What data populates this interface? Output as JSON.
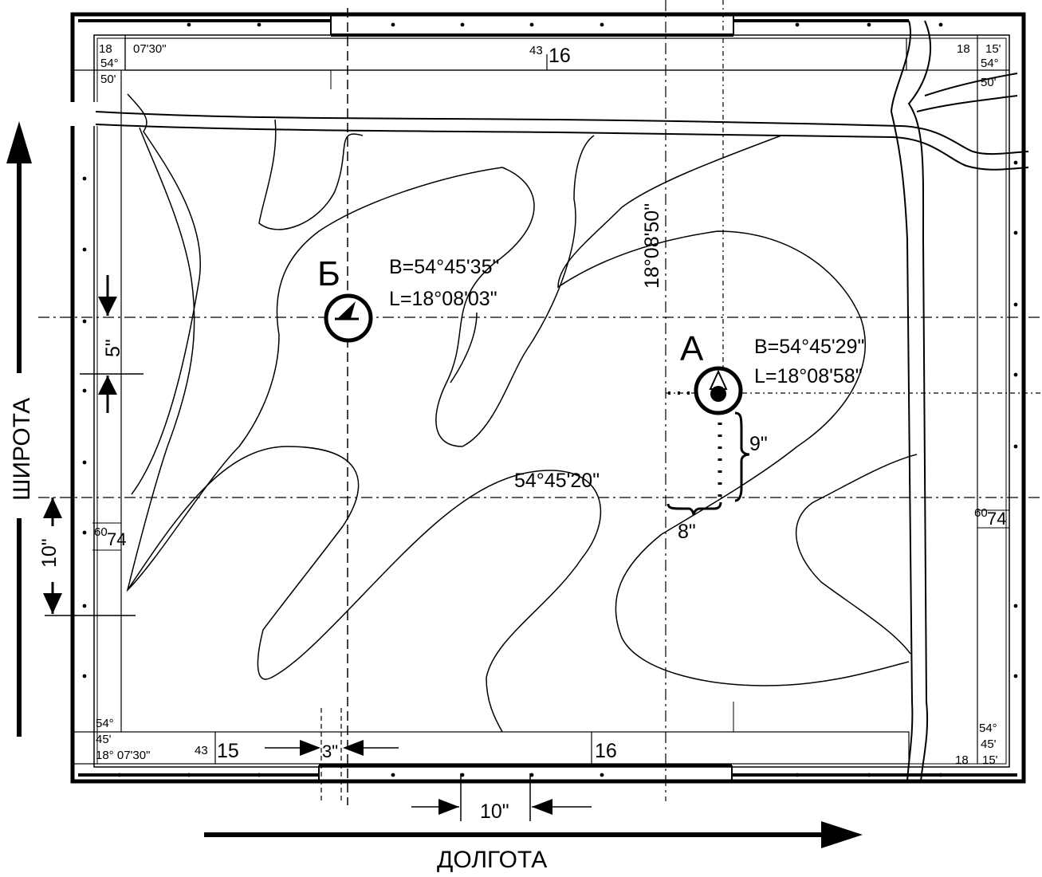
{
  "map": {
    "corners": {
      "top_left_lon_deg": "18",
      "top_left_lon_min": "07'30\"",
      "top_left_lat_deg": "54°",
      "top_left_lat_min": "50'",
      "top_right_lon_deg": "18",
      "top_right_lon_min": "15'",
      "top_right_lat_deg": "54°",
      "top_right_lat_min": "50'",
      "bottom_left_lat_deg": "54°",
      "bottom_left_lat_min": "45'",
      "bottom_left_lon": "18° 07'30\"",
      "bottom_right_lat_deg": "54°",
      "bottom_right_lat_min": "45'",
      "bottom_right_lon_deg": "18",
      "bottom_right_lon_min": "15'"
    },
    "grid": {
      "top_small": "43",
      "top_big": "16",
      "left_small": "60",
      "left_big": "74",
      "right_small": "60",
      "right_big": "74",
      "bottom_small": "43",
      "bottom_big_1": "15",
      "bottom_big_2": "16"
    },
    "point_b": {
      "label": "Б",
      "lat": "B=54°45'35\"",
      "lon": "L=18°08'03\""
    },
    "point_a": {
      "label": "А",
      "lat": "B=54°45'29\"",
      "lon": "L=18°08'58\""
    },
    "line_labels": {
      "meridian": "18°08'50\"",
      "parallel": "54°45'20\""
    },
    "intervals": {
      "a_vertical": "9\"",
      "a_horizontal": "8\"",
      "left_5": "5\"",
      "left_10": "10\"",
      "bottom_3": "3\"",
      "bottom_10": "10\""
    },
    "axes": {
      "latitude": "ШИРОТА",
      "longitude": "ДОЛГОТА"
    }
  }
}
